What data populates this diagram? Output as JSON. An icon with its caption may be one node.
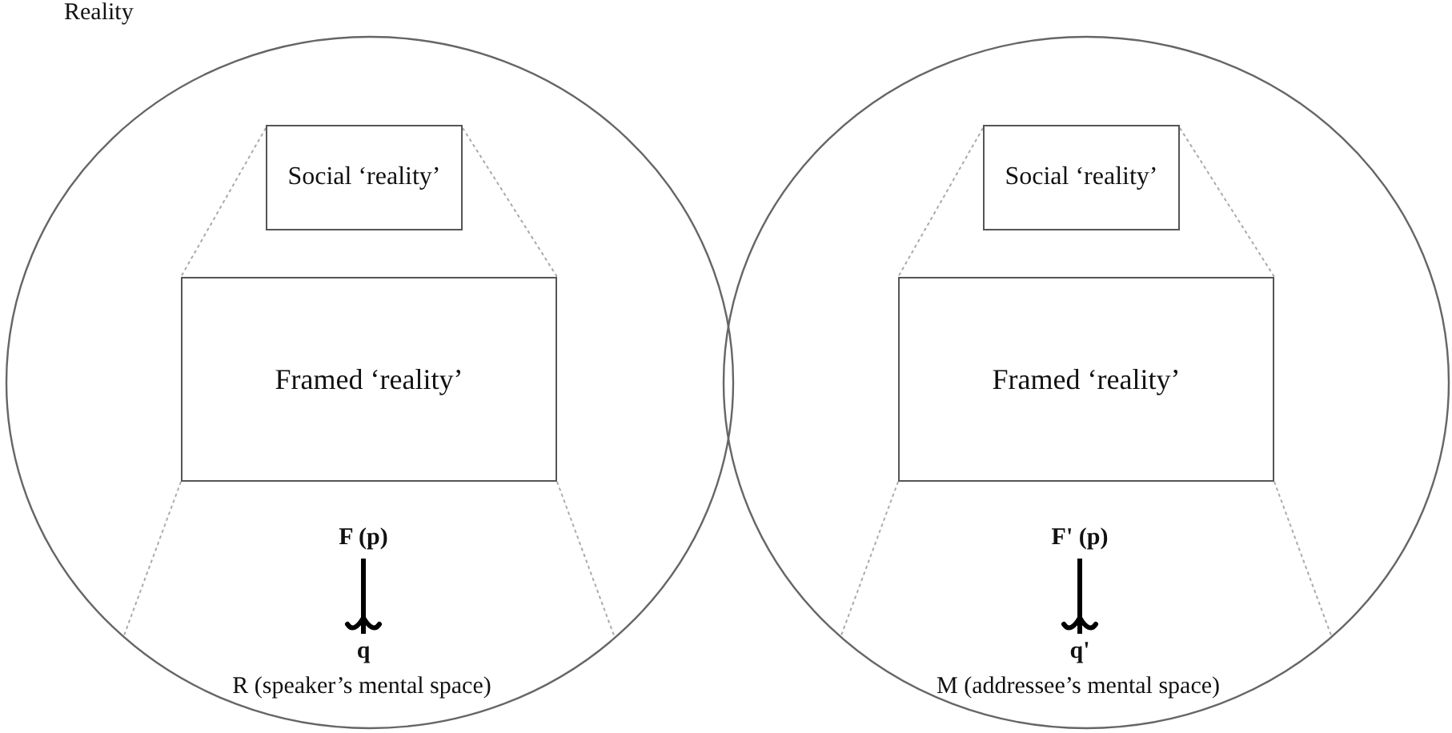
{
  "diagram": {
    "nodes": [
      {
        "text": [
          "R (speaker’s mental space)"
        ]
      },
      {
        "text": [
          "Social ‘reality’"
        ],
        "in": 0
      },
      {
        "text": [
          "Framed ‘reality’"
        ],
        "in": 0
      },
      {
        "text": [
          "F (p)"
        ],
        "in": 0
      },
      {
        "text": [
          "q"
        ],
        "in": 0
      },
      {
        "text": [
          "M (addressee’s mental space)"
        ]
      },
      {
        "text": [
          "Social ‘reality’"
        ],
        "in": 5
      },
      {
        "text": [
          "Framed ‘reality’"
        ],
        "in": 5
      },
      {
        "text": [
          "F' (p)"
        ],
        "in": 5
      },
      {
        "text": [
          "q'"
        ],
        "in": 5
      }
    ],
    "edges": [
      {
        "from": 1,
        "to": 2,
        "arrow": "none",
        "style": "dashed"
      },
      {
        "from": 1,
        "to": 2,
        "arrow": "none",
        "style": "dashed"
      },
      {
        "from": 2,
        "to": 0,
        "arrow": "none",
        "style": "dashed"
      },
      {
        "from": 2,
        "to": 0,
        "arrow": "none",
        "style": "dashed"
      },
      {
        "from": 3,
        "to": 4,
        "arrow": "other",
        "style": "thick",
        "color": "#000000"
      },
      {
        "from": 6,
        "to": 7,
        "arrow": "none",
        "style": "dashed"
      },
      {
        "from": 6,
        "to": 7,
        "arrow": "none",
        "style": "dashed"
      },
      {
        "from": 7,
        "to": 5,
        "arrow": "none",
        "style": "dashed"
      },
      {
        "from": 7,
        "to": 5,
        "arrow": "none",
        "style": "dashed"
      },
      {
        "from": 8,
        "to": 9,
        "arrow": "other",
        "style": "thick",
        "color": "#000000"
      }
    ],
    "labels": [
      "Reality"
    ]
  }
}
